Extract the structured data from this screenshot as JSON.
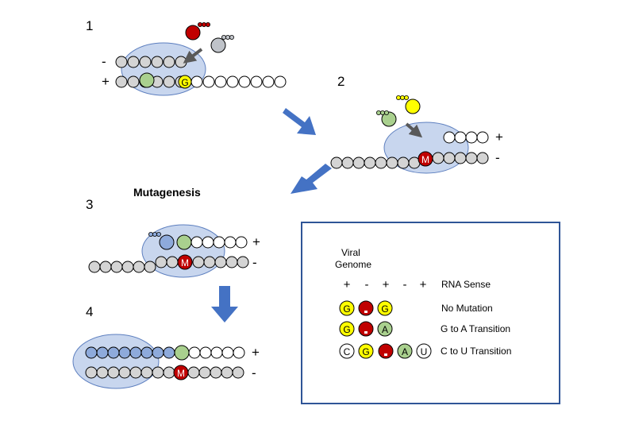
{
  "steps": [
    "1",
    "2",
    "3",
    "4"
  ],
  "heading": "Mutagenesis",
  "strand_signs": {
    "plus": "+",
    "minus": "-"
  },
  "bases": {
    "G": "G",
    "M": "M",
    "A": "A",
    "C": "C",
    "U": "U"
  },
  "legend": {
    "viral_genome_line1": "Viral",
    "viral_genome_line2": "Genome",
    "sense_signs": [
      "+",
      "-",
      "+",
      "-",
      "+"
    ],
    "rna_sense": "RNA Sense",
    "rows": [
      {
        "label": "No Mutation",
        "bases": [
          "G",
          "M",
          "G"
        ]
      },
      {
        "label": "G to A Transition",
        "bases": [
          "G",
          "M",
          "A"
        ]
      },
      {
        "label": "C to U Transition",
        "bases": [
          "C",
          "G",
          "M",
          "A",
          "U"
        ]
      }
    ]
  },
  "colors": {
    "bubble": "#c8d6ee",
    "bubble_stroke": "#5d7fbf",
    "grey_bead": "#d4d4d4",
    "white_bead": "#ffffff",
    "red": "#c00000",
    "yellow": "#ffff00",
    "green": "#a9d08e",
    "blue_bead": "#8eaadb",
    "arrow": "#4472c4",
    "dark_arrow": "#595959",
    "legend_border": "#2f5597"
  }
}
